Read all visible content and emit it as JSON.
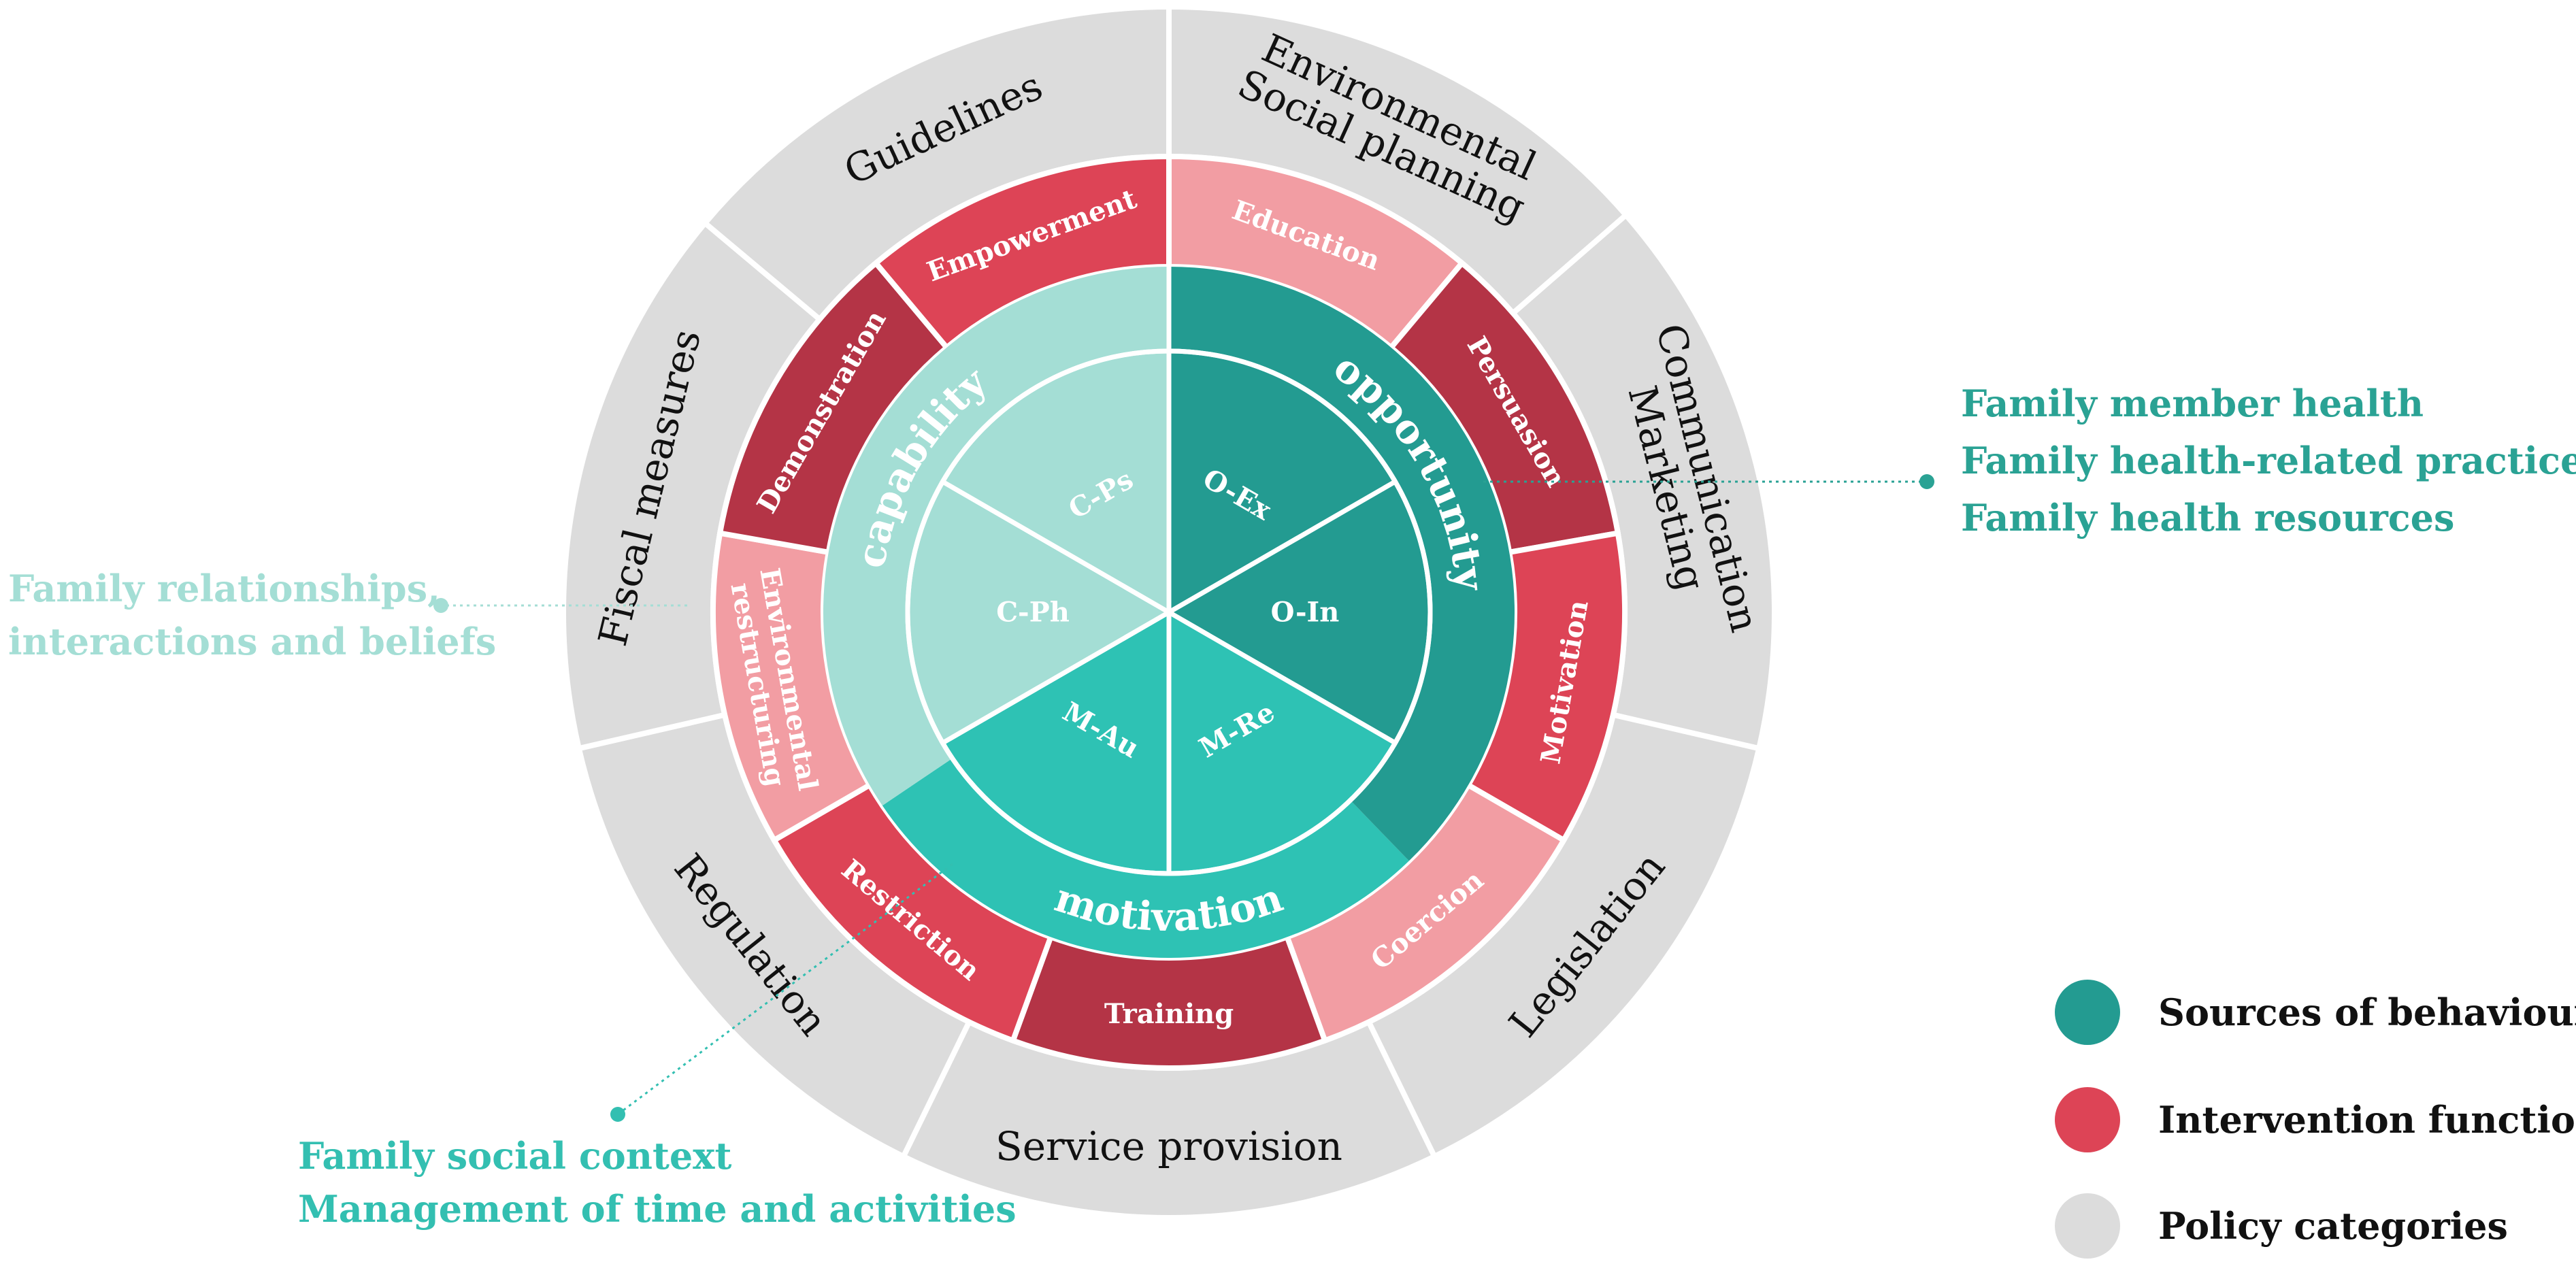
{
  "colors": {
    "source_dark": "#239B91",
    "source_light": "#A4DED5",
    "source_mid": "#2EC2B4",
    "func_dark": "#B43446",
    "func_mid": "#DD4456",
    "func_light": "#F29DA3",
    "policy_bg": "#DCDCDC",
    "annot_teal": "#2AA294",
    "annot_light": "#A4DED5",
    "annot_mid": "#33BFB1"
  },
  "policy_categories": [
    {
      "lines": [
        "Environmental",
        "Social planning"
      ]
    },
    {
      "lines": [
        "Communication",
        "Marketing"
      ]
    },
    {
      "lines": [
        "Legislation"
      ]
    },
    {
      "lines": [
        "Service provision"
      ]
    },
    {
      "lines": [
        "Regulation"
      ]
    },
    {
      "lines": [
        "Fiscal measures"
      ]
    },
    {
      "lines": [
        "Guidelines"
      ]
    }
  ],
  "intervention_functions": [
    {
      "lines": [
        "Education"
      ],
      "tone": "light"
    },
    {
      "lines": [
        "Persuasion"
      ],
      "tone": "dark"
    },
    {
      "lines": [
        "Motivation"
      ],
      "tone": "mid"
    },
    {
      "lines": [
        "Coercion"
      ],
      "tone": "light"
    },
    {
      "lines": [
        "Training"
      ],
      "tone": "dark"
    },
    {
      "lines": [
        "Restriction"
      ],
      "tone": "mid"
    },
    {
      "lines": [
        "Environmental",
        "restructuring"
      ],
      "tone": "light"
    },
    {
      "lines": [
        "Demonstration"
      ],
      "tone": "dark"
    },
    {
      "lines": [
        "Empowerment"
      ],
      "tone": "mid"
    }
  ],
  "sources": [
    {
      "label": "opportunity",
      "tone": "dark"
    },
    {
      "label": "motivation",
      "tone": "mid"
    },
    {
      "label": "capability",
      "tone": "light"
    }
  ],
  "components": [
    {
      "label": "O-Ex",
      "tone": "dark"
    },
    {
      "label": "O-In",
      "tone": "dark"
    },
    {
      "label": "M-Re",
      "tone": "mid"
    },
    {
      "label": "M-Au",
      "tone": "mid"
    },
    {
      "label": "C-Ph",
      "tone": "light"
    },
    {
      "label": "C-Ps",
      "tone": "light"
    }
  ],
  "annotations": {
    "opportunity": [
      "Family member health",
      "Family health-related practices",
      "Family health resources"
    ],
    "capability": [
      "Family relationships,",
      "interactions and beliefs"
    ],
    "motivation": [
      "Family social context",
      "Management of time and activities"
    ]
  },
  "legend": [
    {
      "label": "Sources of behaviour",
      "color": "#239B91"
    },
    {
      "label": "Intervention functions",
      "color": "#DD4456"
    },
    {
      "label": "Policy categories",
      "color": "#DCDCDC"
    }
  ]
}
